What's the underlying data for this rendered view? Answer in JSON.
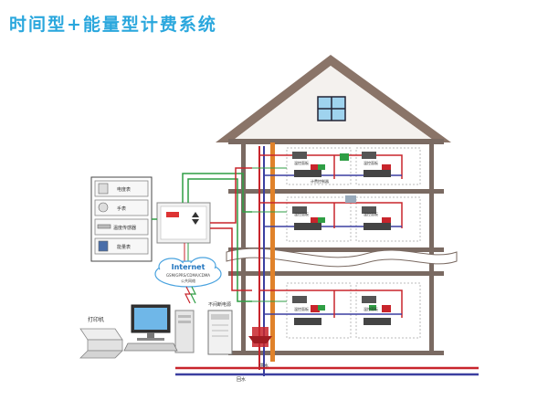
{
  "title": "时间型+能量型计费系统",
  "devices": {
    "electricity_meter": "电度表",
    "hand_meter": "手表",
    "temperature_sensor": "温度传感器",
    "heat_meter": "能量表"
  },
  "network": {
    "internet": "Internet",
    "protocols": "GSM/GPRS/CDMA/CDMA",
    "public_network": "公共网络"
  },
  "equipment": {
    "printer": "打印机",
    "ups": "不间断电源"
  },
  "pipes": {
    "supply": "供水",
    "return": "回水"
  },
  "room_labels": {
    "floor3_left": "温控面板",
    "floor3_right": "温控面板",
    "floor2_left": "温控面板",
    "floor2_right": "温控面板",
    "floor1_left": "温控面板",
    "floor1_right": "温控面板",
    "unit_label": "计费控制器"
  },
  "colors": {
    "title": "#2aa7dd",
    "roof": "#8a7468",
    "wall": "#7a6a62",
    "supply_pipe": "#c8252c",
    "return_pipe": "#3b3fa0",
    "riser": "#e0822a",
    "signal_line": "#2f9e44"
  }
}
